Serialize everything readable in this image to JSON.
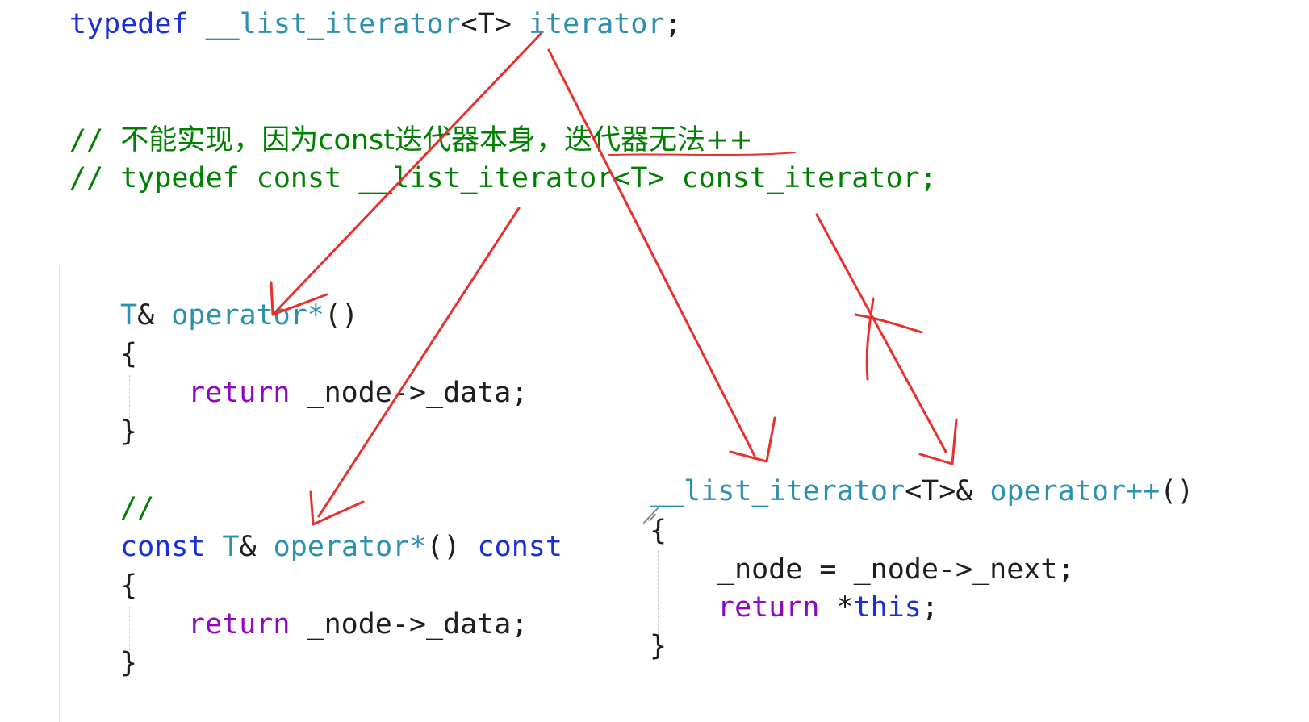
{
  "code": {
    "line1": {
      "kw_typedef": "typedef",
      "type_name": "__list_iterator",
      "template_arg": "<T>",
      "alias": "iterator",
      "semi": ";"
    },
    "line2_comment_prefix": "// ",
    "line2_comment_text": "不能实现，因为const迭代器本身，迭代器无法++",
    "line3_comment": "// typedef const __list_iterator<T> const_iterator;",
    "op_deref": {
      "ret_type": "T",
      "amp": "& ",
      "name": "operator*",
      "parens": "()",
      "open": "{",
      "ret_kw": "return",
      "ret_expr": " _node->_data;",
      "close": "}"
    },
    "divider_comment": "//",
    "op_deref_const": {
      "kw_const1": "const",
      "ret_type": "T",
      "amp": "& ",
      "name": "operator*",
      "parens": "() ",
      "kw_const2": "const",
      "open": "{",
      "ret_kw": "return",
      "ret_expr": " _node->_data;",
      "close": "}"
    },
    "op_inc": {
      "ret_type": "__list_iterator",
      "template_arg": "<T>& ",
      "name": "operator++",
      "parens": "()",
      "open": "{",
      "assign": "_node = _node->_next;",
      "ret_kw": "return",
      "star": " *",
      "this_kw": "this",
      "semi": ";",
      "close": "}"
    }
  },
  "colors": {
    "keyword": "#1a2fd6",
    "type": "#2b91af",
    "control": "#8f08c4",
    "comment": "#008000",
    "annotation": "#e8302c"
  }
}
